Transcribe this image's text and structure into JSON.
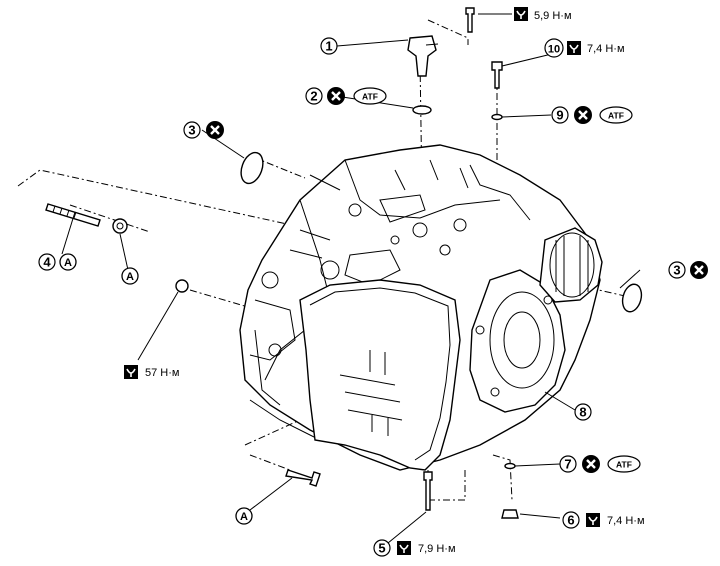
{
  "callouts": [
    {
      "num": "1",
      "torque": "5,9 Н·м",
      "new_part": false,
      "atf": false
    },
    {
      "num": "2",
      "torque": "",
      "new_part": true,
      "atf": true
    },
    {
      "num": "3",
      "torque": "",
      "new_part": true,
      "atf": false
    },
    {
      "num": "4",
      "torque": "",
      "new_part": false,
      "atf": false,
      "ref": "A"
    },
    {
      "num": "5",
      "torque": "7,9 Н·м",
      "new_part": false,
      "atf": false
    },
    {
      "num": "6",
      "torque": "7,4 Н·м",
      "new_part": false,
      "atf": false
    },
    {
      "num": "7",
      "torque": "",
      "new_part": true,
      "atf": true
    },
    {
      "num": "8",
      "torque": "",
      "new_part": false,
      "atf": false
    },
    {
      "num": "9",
      "torque": "",
      "new_part": true,
      "atf": true
    },
    {
      "num": "10",
      "torque": "7,4 Н·м",
      "new_part": false,
      "atf": false
    }
  ],
  "labels": {
    "atf": "ATF",
    "ref_a": "A",
    "torque_bolt_57": "57 Н·м"
  },
  "icons": {
    "torque": "torque-wrench-icon",
    "new_part": "replace-x-icon",
    "fluid": "atf-oval-icon"
  },
  "colors": {
    "line": "#000000",
    "background": "#ffffff"
  }
}
